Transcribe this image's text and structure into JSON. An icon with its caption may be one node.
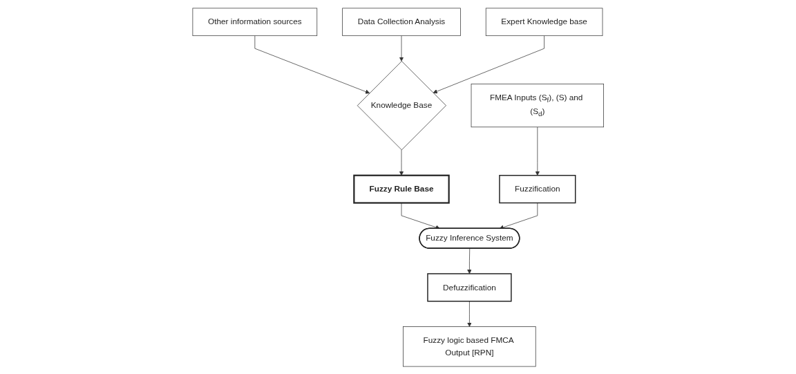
{
  "diagram": {
    "nodes": [
      {
        "text": [
          "FMEA Inputs (S$_{f}$), (S) and (S$_{d}$)"
        ]
      },
      {
        "text": [
          "Other information sources"
        ]
      },
      {
        "text": [
          "Fuzzy logic based FMCA Output [RPN]"
        ]
      },
      {
        "text": [
          "Data Collection Analysis"
        ]
      },
      {
        "text": [
          "Knowledge Base"
        ]
      },
      {
        "text": [
          "Expert Knowledge base"
        ]
      },
      {
        "text": [
          "Fuzzy Rule Base"
        ]
      },
      {
        "text": [
          "Fuzzification"
        ]
      },
      {
        "text": [
          "Defuzzification"
        ]
      },
      {
        "text": [
          "Fuzzy Inference System"
        ]
      }
    ],
    "edges": [
      {
        "from": 0,
        "to": 7,
        "arrow": "to"
      },
      {
        "from": 1,
        "to": 4,
        "arrow": "to"
      },
      {
        "from": 3,
        "to": 4,
        "arrow": "to"
      },
      {
        "from": 5,
        "to": 4,
        "arrow": "to"
      },
      {
        "from": 4,
        "to": 6,
        "arrow": "to"
      },
      {
        "from": 6,
        "to": 9,
        "arrow": "to"
      },
      {
        "from": 7,
        "to": 9,
        "arrow": "to"
      },
      {
        "from": 9,
        "to": 8,
        "arrow": "to"
      },
      {
        "from": 8,
        "to": 2,
        "arrow": "to"
      }
    ]
  }
}
